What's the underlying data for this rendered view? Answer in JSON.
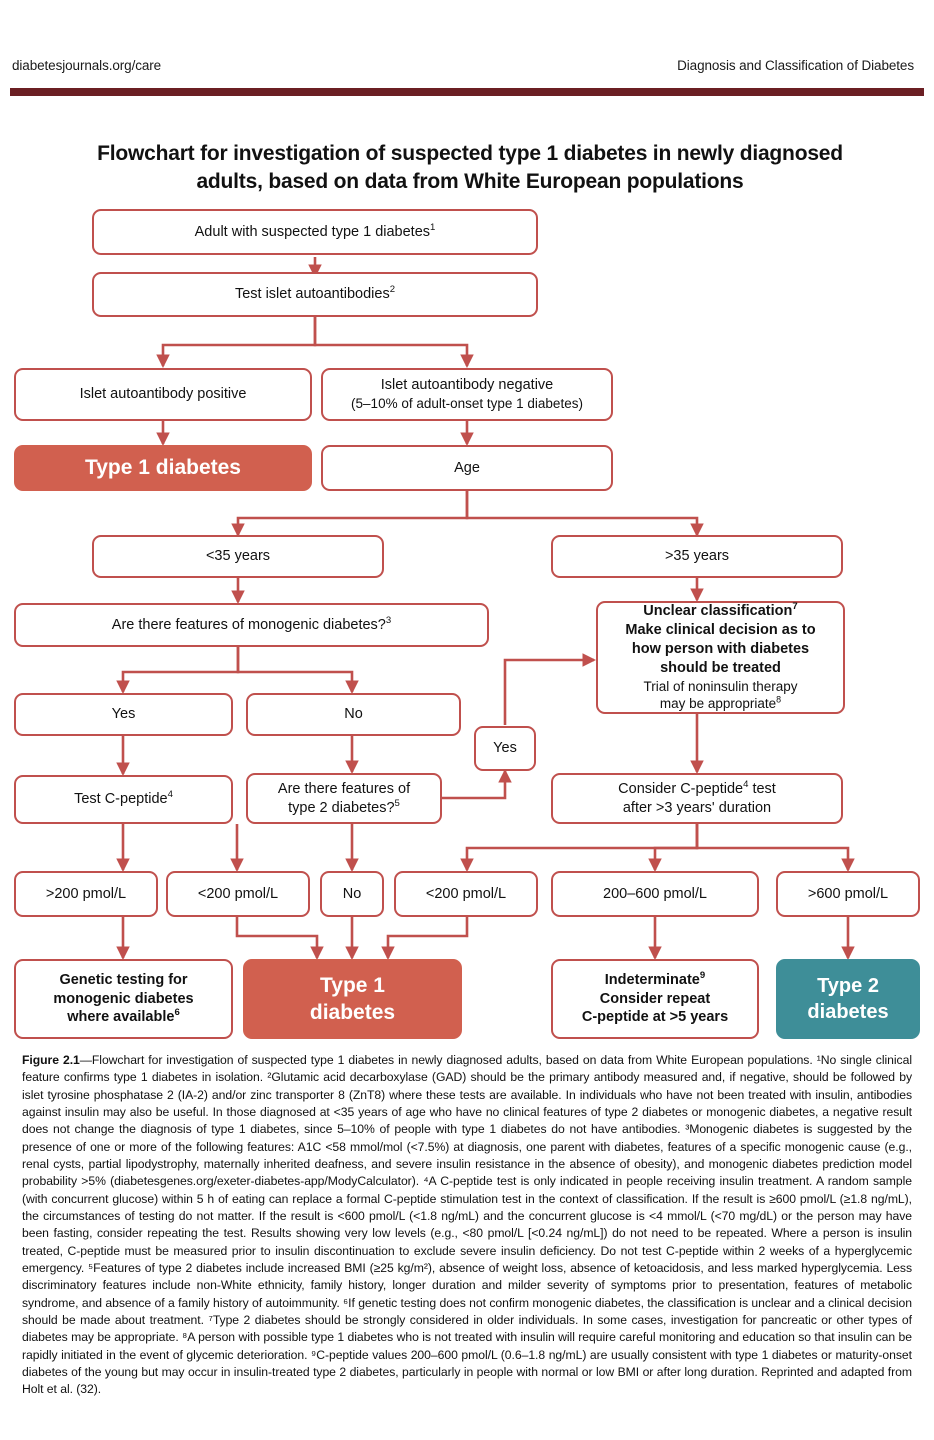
{
  "running_head": {
    "left": "diabetesjournals.org/care",
    "right": "Diagnosis and Classification of Diabetes"
  },
  "figure": {
    "title": "Flowchart for investigation of suspected type 1 diabetes in newly diagnosed adults, based on data from White European populations",
    "colors": {
      "rule": "#6b1f23",
      "box_border": "#c0504d",
      "connector": "#c0504d",
      "type1_fill": "#d1604f",
      "type2_fill": "#3e8e98"
    }
  },
  "nodes": {
    "adult_suspected": "Adult with suspected type 1 diabetes",
    "adult_suspected_sup": "1",
    "test_islet": "Test islet autoantibodies",
    "test_islet_sup": "2",
    "aab_positive": "Islet autoantibody positive",
    "aab_negative_line1": "Islet autoantibody negative",
    "aab_negative_line2": "(5–10% of adult-onset type 1 diabetes)",
    "type1_diabetes_a": "Type 1 diabetes",
    "age": "Age",
    "under35": "<35 years",
    "over35": ">35 years",
    "monogenic_features": "Are there features of monogenic diabetes?",
    "monogenic_features_sup": "3",
    "unclear_line1": "Unclear classification",
    "unclear_line1_sup": "7",
    "unclear_line2": "Make clinical decision as to",
    "unclear_line3": "how person with diabetes",
    "unclear_line4": "should be treated",
    "unclear_line5": "Trial of noninsulin therapy",
    "unclear_line6": "may be appropriate",
    "unclear_line6_sup": "8",
    "yes_left": "Yes",
    "no_left": "No",
    "yes_mid": "Yes",
    "test_cpeptide": "Test C-peptide",
    "test_cpeptide_sup": "4",
    "t2_features_line1": "Are there features of",
    "t2_features_line2": "type 2 diabetes?",
    "t2_features_sup": "5",
    "consider_cpep_line1_a": "Consider C-peptide",
    "consider_cpep_line1_sup": "4",
    "consider_cpep_line1_b": " test",
    "consider_cpep_line2": "after >3 years' duration",
    "gt200": ">200 pmol/L",
    "lt200_a": "<200 pmol/L",
    "no_mid": "No",
    "lt200_b": "<200 pmol/L",
    "range200_600": "200–600 pmol/L",
    "gt600": ">600 pmol/L",
    "genetic_line1": "Genetic testing for",
    "genetic_line2": "monogenic diabetes",
    "genetic_line3": "where available",
    "genetic_sup": "6",
    "type1_line1": "Type 1",
    "type1_line2": "diabetes",
    "indeterminate_line1": "Indeterminate",
    "indeterminate_sup": "9",
    "indeterminate_line2": "Consider repeat",
    "indeterminate_line3": "C-peptide at >5 years",
    "type2_line1": "Type 2",
    "type2_line2": "diabetes"
  },
  "caption": {
    "label": "Figure 2.1",
    "body": "—Flowchart for investigation of suspected type 1 diabetes in newly diagnosed adults, based on data from White European populations. ¹No single clinical feature confirms type 1 diabetes in isolation. ²Glutamic acid decarboxylase (GAD) should be the primary antibody measured and, if negative, should be followed by islet tyrosine phosphatase 2 (IA-2) and/or zinc transporter 8 (ZnT8) where these tests are available. In individuals who have not been treated with insulin, antibodies against insulin may also be useful. In those diagnosed at <35 years of age who have no clinical features of type 2 diabetes or monogenic diabetes, a negative result does not change the diagnosis of type 1 diabetes, since 5–10% of people with type 1 diabetes do not have antibodies. ³Monogenic diabetes is suggested by the presence of one or more of the following features: A1C <58 mmol/mol (<7.5%) at diagnosis, one parent with diabetes, features of a specific monogenic cause (e.g., renal cysts, partial lipodystrophy, maternally inherited deafness, and severe insulin resistance in the absence of obesity), and monogenic diabetes prediction model probability >5% (diabetesgenes.org/exeter-diabetes-app/ModyCalculator). ⁴A C-peptide test is only indicated in people receiving insulin treatment. A random sample (with concurrent glucose) within 5 h of eating can replace a formal C-peptide stimulation test in the context of classification. If the result is ≥600 pmol/L (≥1.8 ng/mL), the circumstances of testing do not matter. If the result is <600 pmol/L (<1.8 ng/mL) and the concurrent glucose is <4 mmol/L (<70 mg/dL) or the person may have been fasting, consider repeating the test. Results showing very low levels (e.g., <80 pmol/L [<0.24 ng/mL]) do not need to be repeated. Where a person is insulin treated, C-peptide must be measured prior to insulin discontinuation to exclude severe insulin deficiency. Do not test C-peptide within 2 weeks of a hyperglycemic emergency. ⁵Features of type 2 diabetes include increased BMI (≥25 kg/m²), absence of weight loss, absence of ketoacidosis, and less marked hyperglycemia. Less discriminatory features include non-White ethnicity, family history, longer duration and milder severity of symptoms prior to presentation, features of metabolic syndrome, and absence of a family history of autoimmunity. ⁶If genetic testing does not confirm monogenic diabetes, the classification is unclear and a clinical decision should be made about treatment. ⁷Type 2 diabetes should be strongly considered in older individuals. In some cases, investigation for pancreatic or other types of diabetes may be appropriate. ⁸A person with possible type 1 diabetes who is not treated with insulin will require careful monitoring and education so that insulin can be rapidly initiated in the event of glycemic deterioration. ⁹C-peptide values 200–600 pmol/L (0.6–1.8 ng/mL) are usually consistent with type 1 diabetes or maturity-onset diabetes of the young but may occur in insulin-treated type 2 diabetes, particularly in people with normal or low BMI or after long duration. Reprinted and adapted from Holt et al. (32)."
  }
}
